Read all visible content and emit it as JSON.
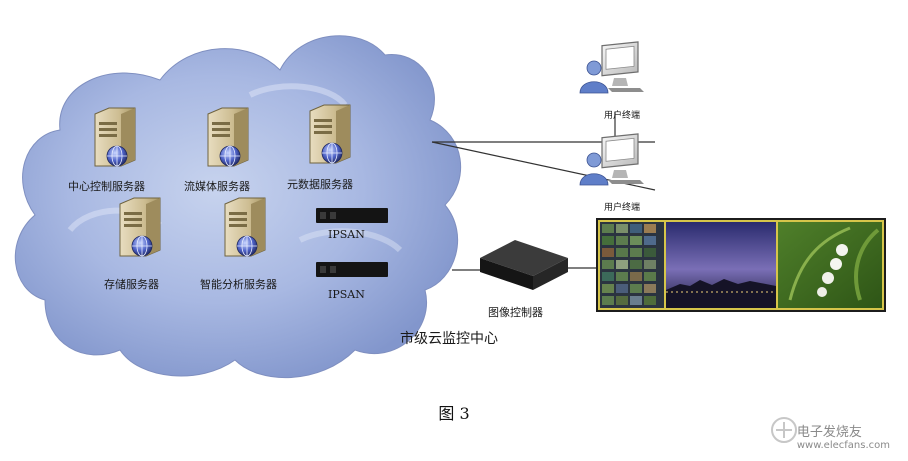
{
  "servers": {
    "central_control": "中心控制服务器",
    "streaming_media": "流媒体服务器",
    "metadata": "元数据服务器",
    "storage": "存储服务器",
    "intelligent_analysis": "智能分析服务器"
  },
  "ipsan": {
    "top": "IPSAN",
    "bottom": "IPSAN"
  },
  "cloud_label": "市级云监控中心",
  "image_controller": "图像控制器",
  "user_terminals": [
    "用户终端",
    "用户终端"
  ],
  "caption": "图 3",
  "watermark": {
    "main": "电子发烧友",
    "url": "www.elecfans.com"
  }
}
